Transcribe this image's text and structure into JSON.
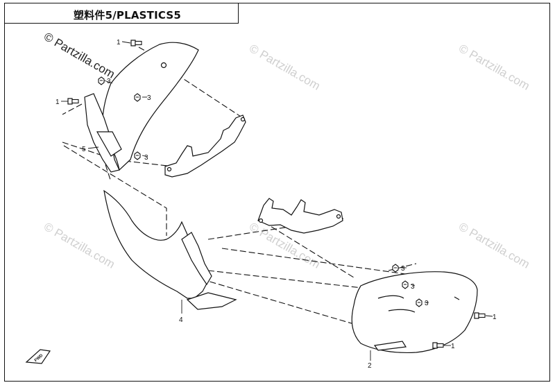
{
  "title": "塑料件5/PLASTICS5",
  "watermark": "© Partzilla.com",
  "callouts": {
    "p1": "1",
    "p2": "2",
    "p3": "3",
    "p4": "4",
    "p5": "5"
  },
  "fwd_label": "FWD",
  "colors": {
    "line": "#111111",
    "watermark": "#cfcfcf",
    "background": "#ffffff"
  }
}
